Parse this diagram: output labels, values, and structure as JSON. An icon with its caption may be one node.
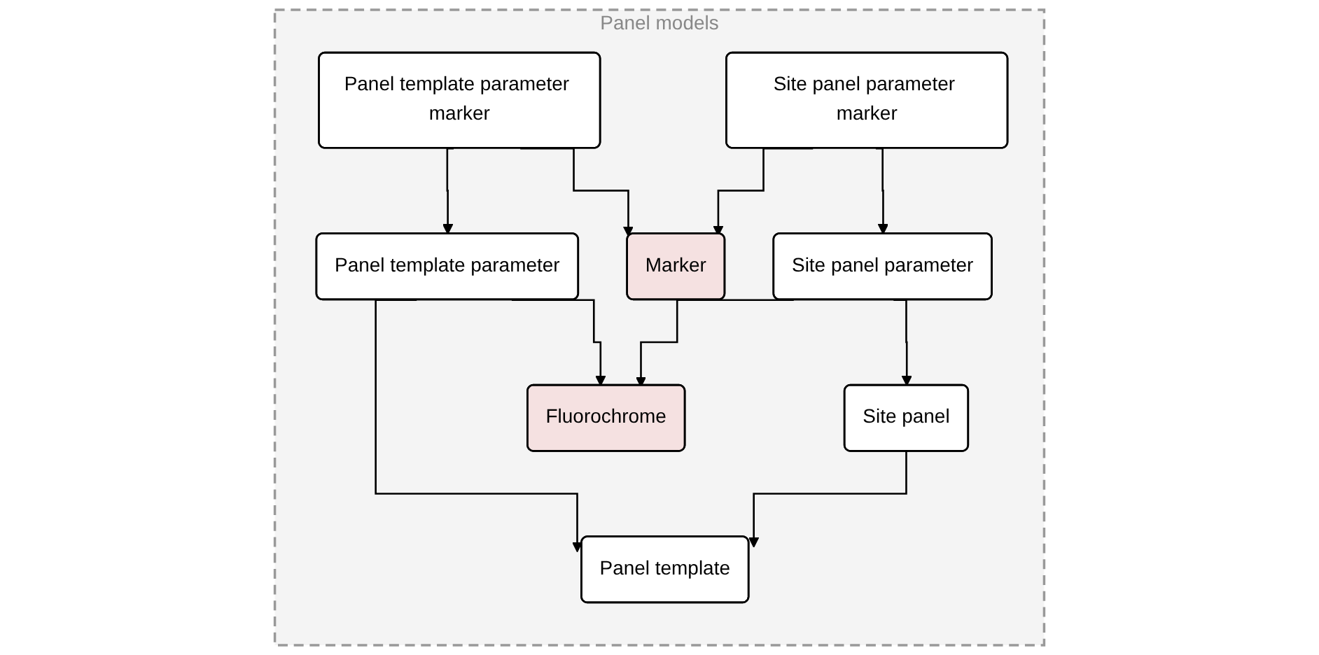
{
  "diagram": {
    "nodes": [
      {
        "text": [
          "Panel models"
        ]
      },
      {
        "text": [
          "Panel template"
        ],
        "in": 0
      },
      {
        "text": [
          "Site panel"
        ],
        "in": 0
      },
      {
        "text": [
          "Fluorochrome"
        ],
        "in": 0
      },
      {
        "text": [
          "Panel template parameter"
        ],
        "in": 0
      },
      {
        "text": [
          "Site panel parameter"
        ],
        "in": 0
      },
      {
        "text": [
          "Marker"
        ],
        "in": 0
      },
      {
        "text": [
          "Panel template parameter marker"
        ],
        "in": 0
      },
      {
        "text": [
          "Site panel parameter marker"
        ],
        "in": 0
      }
    ],
    "edges": [
      {
        "from": 4,
        "to": 1,
        "arrow": "to"
      },
      {
        "from": 2,
        "to": 1,
        "arrow": "to"
      },
      {
        "from": 4,
        "to": 3,
        "arrow": "to"
      },
      {
        "from": 5,
        "to": 3,
        "arrow": "to"
      },
      {
        "from": 5,
        "to": 2,
        "arrow": "to"
      },
      {
        "from": 7,
        "to": 4,
        "arrow": "to"
      },
      {
        "from": 7,
        "to": 6,
        "arrow": "to"
      },
      {
        "from": 8,
        "to": 6,
        "arrow": "to"
      },
      {
        "from": 8,
        "to": 5,
        "arrow": "to"
      }
    ]
  }
}
